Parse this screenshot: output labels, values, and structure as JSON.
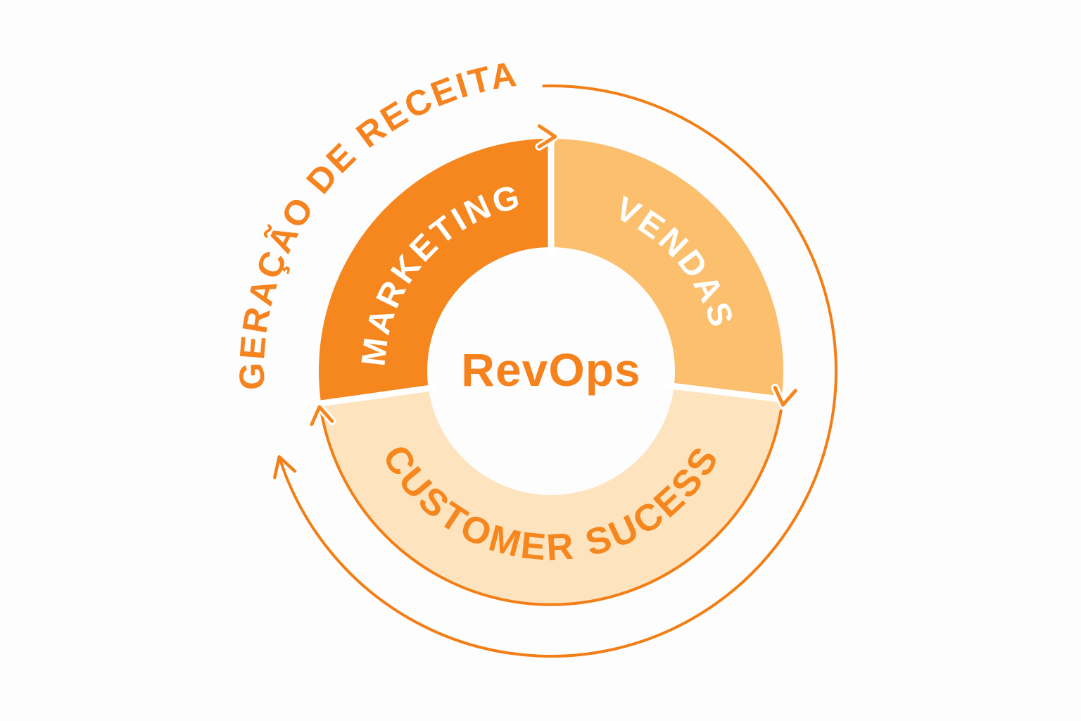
{
  "page": {
    "background": "#FDFDFD"
  },
  "diagram": {
    "type": "cycle-donut",
    "center_label": {
      "text": "RevOps",
      "color": "#F6821D"
    },
    "outer_title": {
      "text": "GERAÇÃO DE RECEITA",
      "color": "#F6831E"
    },
    "wheel": {
      "flow_direction": "clockwise",
      "divider_color": "#FFFFFF",
      "arrow_color": "#F6861E",
      "divider_degrees": [
        0,
        97,
        262
      ],
      "segments": [
        {
          "label": "MARKETING",
          "start_deg": 262,
          "end_deg": 360,
          "fill": "#F6861E",
          "label_color": "#FFFFFF"
        },
        {
          "label": "VENDAS",
          "start_deg": 0,
          "end_deg": 97,
          "fill": "#FBBF6D",
          "label_color": "#FFFFFF"
        },
        {
          "label": "CUSTOMER SUCESS",
          "start_deg": 97,
          "end_deg": 262,
          "fill": "#FDE4BE",
          "label_color": "#F6861E",
          "outer_edge_stroke": "#F27E16",
          "edge_start_deg": 99.5,
          "edge_end_deg": 260.5
        }
      ],
      "boundary_arrows": [
        {
          "at_deg": 1.0
        },
        {
          "at_deg": 98.3
        },
        {
          "at_deg": 261.2
        }
      ]
    },
    "outer_arc": {
      "color": "#F27E16",
      "start_deg": 358.5,
      "end_deg": 612.5,
      "arrowhead_at_end": true
    }
  }
}
